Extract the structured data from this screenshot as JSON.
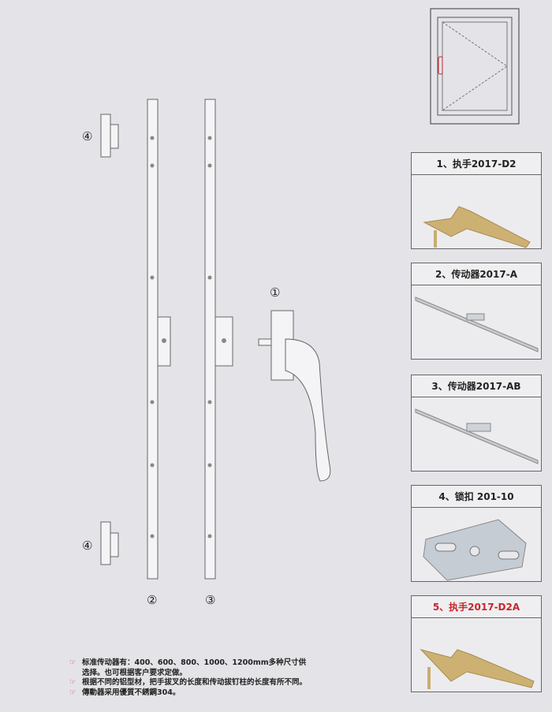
{
  "labels": {
    "handle": "①",
    "drive_rod_a": "②",
    "drive_rod_ab": "③",
    "keeper_top": "④",
    "keeper_bottom": "④"
  },
  "panels": [
    {
      "title": "1、执手2017-D2",
      "color": "#222222"
    },
    {
      "title": "2、传动器2017-A",
      "color": "#222222"
    },
    {
      "title": "3、传动器2017-AB",
      "color": "#222222"
    },
    {
      "title": "4、锁扣 201-10",
      "color": "#222222"
    },
    {
      "title": "5、执手2017-D2A",
      "color": "#c8262b"
    }
  ],
  "notes": [
    {
      "icon": "pointing-hand-icon",
      "text": "标准传动器有：400、600、800、1000、1200mm多种尺寸供",
      "cont": "选择。也可根据客户要求定做。"
    },
    {
      "icon": "pointing-hand-icon",
      "text": "根据不同的铝型材，把手拔叉的长度和传动拔钉柱的长度有所不同。"
    },
    {
      "icon": "pointing-hand-icon",
      "text": "傳動器采用優質不銹鋼304。"
    }
  ]
}
